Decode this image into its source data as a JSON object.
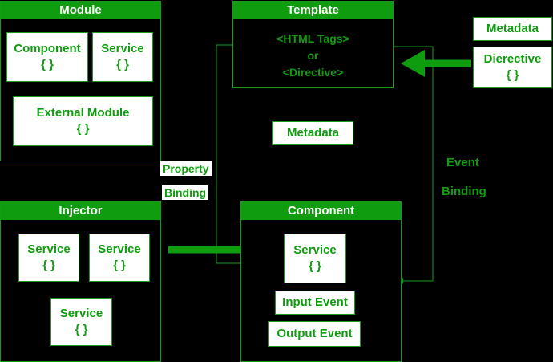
{
  "module": {
    "title": "Module",
    "component": {
      "name": "Component",
      "braces": "{ }"
    },
    "service": {
      "name": "Service",
      "braces": "{ }"
    },
    "external": {
      "name": "External Module",
      "braces": "{ }"
    }
  },
  "template": {
    "title": "Template",
    "line1": "<HTML Tags>",
    "line2": "or",
    "line3": "<Directive>"
  },
  "metadata_top": "Metadata",
  "directive": {
    "name": "Dierective",
    "braces": "{ }"
  },
  "metadata_mid": "Metadata",
  "property_binding": {
    "line1": "Property",
    "line2": "Binding"
  },
  "event_binding": {
    "line1": "Event",
    "line2": "Binding"
  },
  "injector": {
    "title": "Injector",
    "services": [
      {
        "name": "Service",
        "braces": "{ }"
      },
      {
        "name": "Service",
        "braces": "{ }"
      },
      {
        "name": "Service",
        "braces": "{ }"
      }
    ]
  },
  "component": {
    "title": "Component",
    "service": {
      "name": "Service",
      "braces": "{ }"
    },
    "input_event": "Input Event",
    "output_event": "Output Event"
  },
  "colors": {
    "green": "#0f9d0f",
    "bg": "#000000",
    "box": "#ffffff"
  }
}
